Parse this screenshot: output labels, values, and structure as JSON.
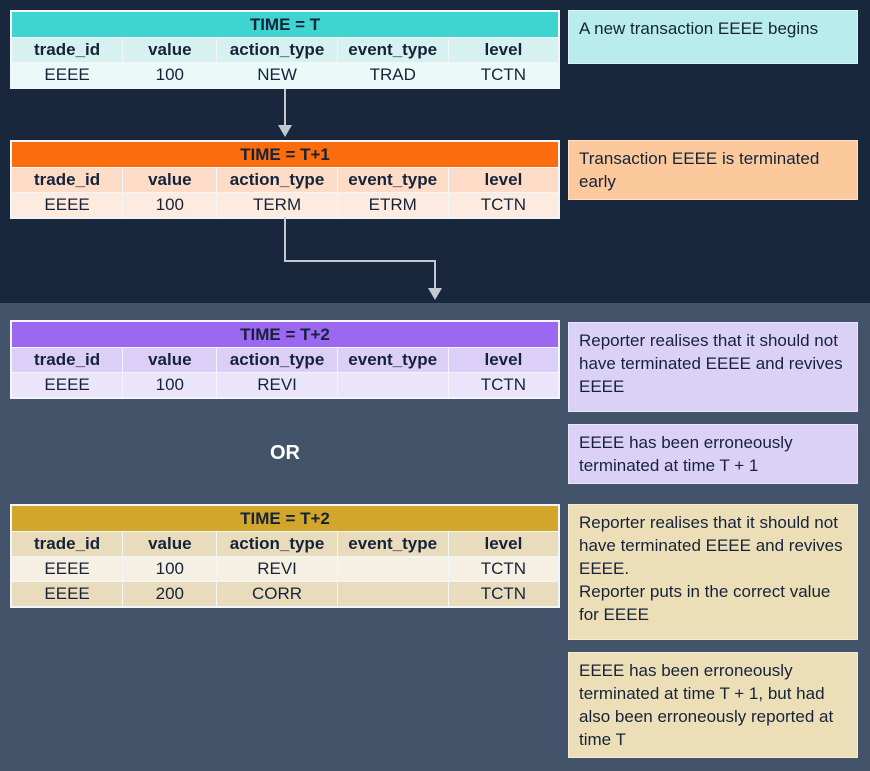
{
  "columns": [
    "trade_id",
    "value",
    "action_type",
    "event_type",
    "level"
  ],
  "tables": [
    {
      "title": "TIME = T",
      "rows": [
        [
          "EEEE",
          "100",
          "NEW",
          "TRAD",
          "TCTN"
        ]
      ]
    },
    {
      "title": "TIME = T+1",
      "rows": [
        [
          "EEEE",
          "100",
          "TERM",
          "ETRM",
          "TCTN"
        ]
      ]
    },
    {
      "title": "TIME = T+2",
      "rows": [
        [
          "EEEE",
          "100",
          "REVI",
          "",
          "TCTN"
        ]
      ]
    },
    {
      "title": "TIME = T+2",
      "rows": [
        [
          "EEEE",
          "100",
          "REVI",
          "",
          "TCTN"
        ],
        [
          "EEEE",
          "200",
          "CORR",
          "",
          "TCTN"
        ]
      ]
    }
  ],
  "notes": {
    "n1": "A new transaction EEEE begins",
    "n2": "Transaction EEEE is terminated early",
    "n3": "Reporter realises that it should not have terminated EEEE and revives EEEE",
    "n4": "EEEE has been erroneously terminated at time T + 1",
    "n5": "Reporter realises that it should not have terminated EEEE and revives EEEE.\nReporter puts in the correct value for EEEE",
    "n6": "EEEE has been erroneously terminated at time T + 1, but had also been erroneously reported at time T"
  },
  "or_label": "OR",
  "colors": {
    "background_top": "#19273d",
    "background_bottom": "#43536a",
    "teal_header": "#3ed5d0",
    "orange_header": "#fa6c0c",
    "purple_header": "#9c67f1",
    "gold_header": "#d2a62a",
    "note_teal": "#b9ecec",
    "note_orange": "#fbc99c",
    "note_purple": "#dbd0f6",
    "note_tan": "#ecdfb7",
    "text": "#15233a",
    "arrow": "#c3c8d1"
  }
}
